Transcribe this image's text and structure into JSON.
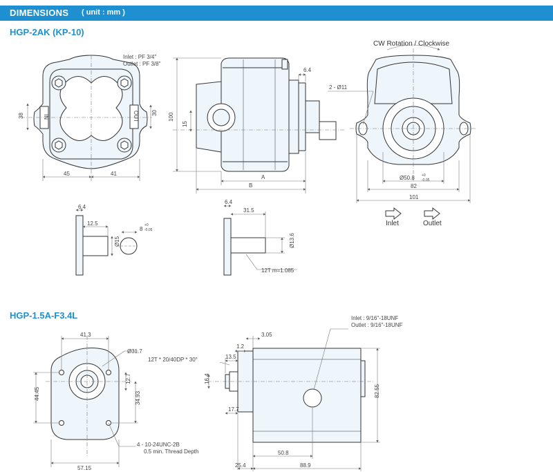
{
  "header": {
    "title": "DIMENSIONS",
    "unit": "( unit : mm )"
  },
  "colors": {
    "accent": "#1e8fd0",
    "body_fill": "#eef5fb",
    "line": "#333333",
    "dim": "#777777"
  },
  "model1": {
    "name": "HGP-2AK (KP-10)",
    "inlet_spec": "Inlet : PF 3/4\"",
    "outlet_spec": "Outlet : PF 3/8\"",
    "in_label": "IN",
    "out_label": "OUT",
    "rotation": "CW Rotation / Clockwise",
    "flow_inlet": "Inlet",
    "flow_outlet": "Outlet",
    "dims": {
      "d38": "38",
      "d45": "45",
      "d41": "41",
      "d30": "30",
      "d100": "100",
      "d15": "15",
      "d64_top": "6.4",
      "dA": "A",
      "dB": "B",
      "d2phi11": "2 - Ø11",
      "dphi508": "Ø50.8",
      "dphi508_tol_top": "+0",
      "dphi508_tol_bot": "-0.05",
      "d82": "82",
      "d101": "101",
      "key_64": "6.4",
      "key_125": "12.5",
      "key_phi15": "Ø15",
      "key_8": "8",
      "key_8_tol_top": "+0",
      "key_8_tol_bot": "-0.05",
      "spl_64": "6.4",
      "spl_315": "31.5",
      "spl_phi136": "Ø13.6",
      "spl_teeth": "12T  m=1.085"
    }
  },
  "model2": {
    "name": "HGP-1.5A-F3.4L",
    "inlet_spec": "Inlet : 9/16\"-18UNF",
    "outlet_spec": "Outlet : 9/16\"-18UNF",
    "dims": {
      "d413": "41.3",
      "dphi317": "Ø31.7",
      "d4445": "44.45",
      "d127": "12.7",
      "d3493": "34.93",
      "d5715": "57.15",
      "holes": "4 - 10-24UNC-2B",
      "thread_depth": "0.5 min. Thread Depth",
      "spline": "12T * 20/40DP * 30°",
      "d12": "1.2",
      "d305": "3.05",
      "d135": "13.5",
      "d164": "16.4",
      "d177": "17.7",
      "d508": "50.8",
      "d254": "25.4",
      "d889": "88.9",
      "d8255": "82.55"
    }
  }
}
